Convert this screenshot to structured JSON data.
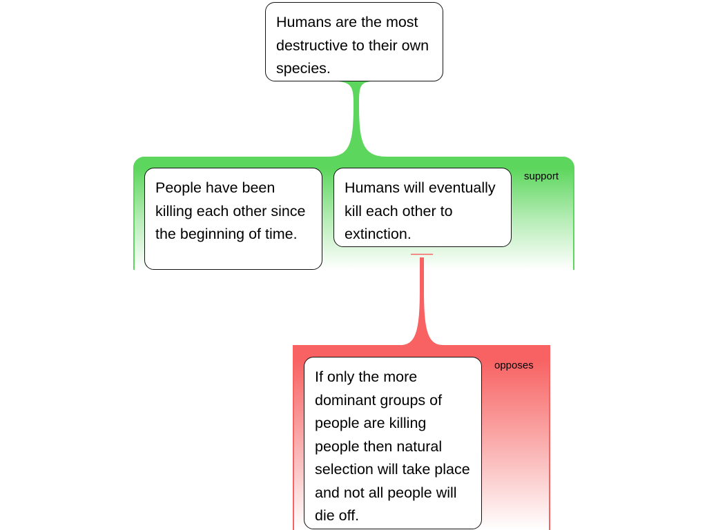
{
  "nodes": {
    "root": "Humans are the most destructive to their own species.",
    "support_1": "People have been killing each other since the beginning of time.",
    "support_2": "Humans will eventually kill each other to extinction.",
    "oppose_1": "If only the more dominant groups of people are killing people then natural selection will take place and not all people will die off."
  },
  "groups": {
    "support_label": "support",
    "opposes_label": "opposes"
  },
  "colors": {
    "support": "#5cd65c",
    "opposes": "#f86262"
  }
}
